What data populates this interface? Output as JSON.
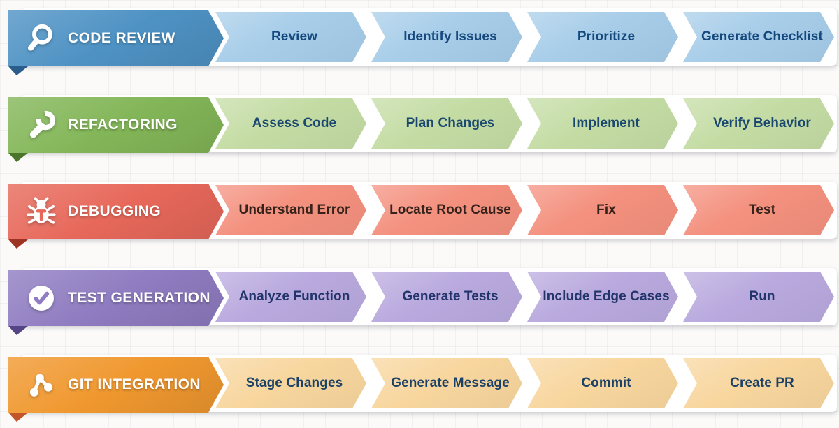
{
  "page": {
    "background_color": "#fbfaf9",
    "grid_line_color": "rgba(100,110,140,0.07)"
  },
  "pipelines": [
    {
      "title": "CODE REVIEW",
      "icon": "magnifier-icon",
      "colors": {
        "header": "#4e92c4",
        "fold": "#2a5d8c",
        "step": "#a7cde9",
        "step_text": "#15497e"
      },
      "steps": [
        "Review",
        "Identify Issues",
        "Prioritize",
        "Generate Checklist"
      ]
    },
    {
      "title": "REFACTORING",
      "icon": "wrench-icon",
      "colors": {
        "header": "#83b658",
        "fold": "#49762b",
        "step": "#c4dca4",
        "step_text": "#1a486f"
      },
      "steps": [
        "Assess Code",
        "Plan Changes",
        "Implement",
        "Verify Behavior"
      ]
    },
    {
      "title": "DEBUGGING",
      "icon": "bug-icon",
      "colors": {
        "header": "#e7685a",
        "fold": "#9d3322",
        "step": "#f4907e",
        "step_text": "#35231b"
      },
      "steps": [
        "Understand Error",
        "Locate Root Cause",
        "Fix",
        "Test"
      ]
    },
    {
      "title": "TEST GENERATION",
      "icon": "check-circle-icon",
      "colors": {
        "header": "#8f7cc1",
        "fold": "#564586",
        "step": "#b9a9de",
        "step_text": "#22356b"
      },
      "steps": [
        "Analyze Function",
        "Generate Tests",
        "Include Edge Cases",
        "Run"
      ]
    },
    {
      "title": "GIT INTEGRATION",
      "icon": "git-branch-icon",
      "colors": {
        "header": "#f0982f",
        "fold": "#c2552a",
        "step": "#f8d69e",
        "step_text": "#1c4166"
      },
      "steps": [
        "Stage Changes",
        "Generate Message",
        "Commit",
        "Create PR"
      ]
    }
  ]
}
